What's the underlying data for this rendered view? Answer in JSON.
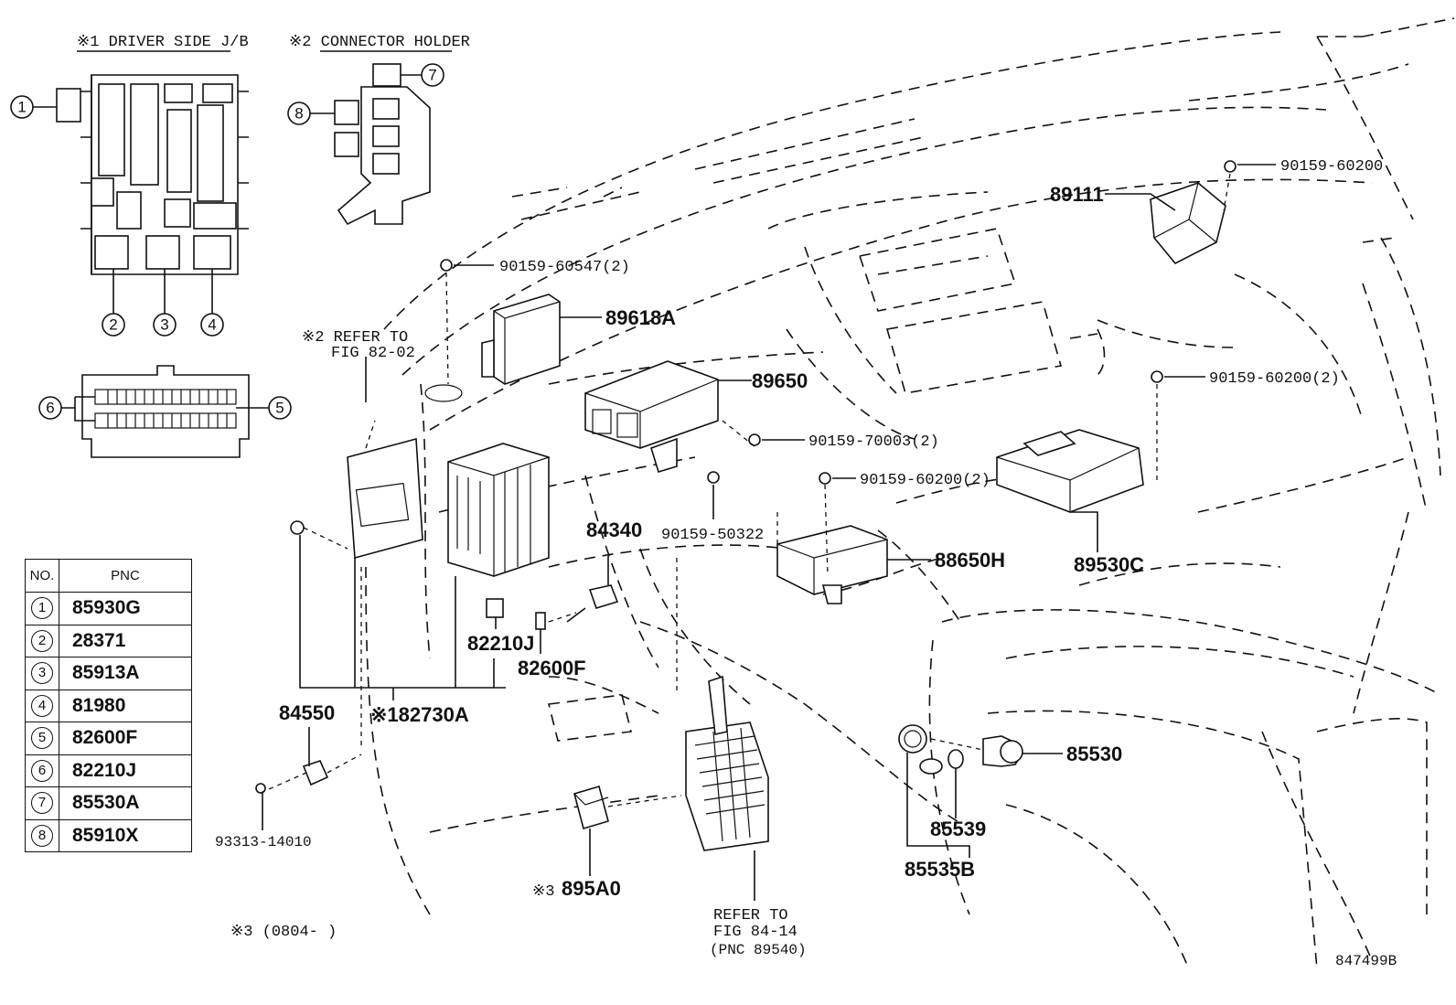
{
  "inset1": {
    "title": "※1 DRIVER SIDE J/B",
    "callouts": [
      "1",
      "2",
      "3",
      "4"
    ]
  },
  "inset2": {
    "title": "※2 CONNECTOR HOLDER",
    "callouts": [
      "7",
      "8"
    ]
  },
  "connector": {
    "callouts": [
      "6",
      "5"
    ]
  },
  "table": {
    "headers": [
      "NO.",
      "PNC"
    ],
    "rows": [
      {
        "no": "1",
        "pnc": "85930G"
      },
      {
        "no": "2",
        "pnc": "28371"
      },
      {
        "no": "3",
        "pnc": "85913A"
      },
      {
        "no": "4",
        "pnc": "81980"
      },
      {
        "no": "5",
        "pnc": "82600F"
      },
      {
        "no": "6",
        "pnc": "82210J"
      },
      {
        "no": "7",
        "pnc": "85530A"
      },
      {
        "no": "8",
        "pnc": "85910X"
      }
    ]
  },
  "labels": {
    "p90159_60200_top": "90159-60200",
    "p89111": "89111",
    "p90159_60547": "90159-60547(2)",
    "p89618A": "89618A",
    "refer_82_02_l1": "※2 REFER TO",
    "refer_82_02_l2": "FIG 82-02",
    "p89650": "89650",
    "p90159_70003": "90159-70003(2)",
    "p90159_60200_2a": "90159-60200(2)",
    "p90159_60200_2b": "90159-60200(2)",
    "p84340": "84340",
    "p90159_50322": "90159-50322",
    "p88650H": "88650H",
    "p89530C": "89530C",
    "p82210J": "82210J",
    "p82600F": "82600F",
    "p84550": "84550",
    "p82730A": "※182730A",
    "p93313": "93313-14010",
    "p895A0": "895A0",
    "p895A0_mark": "※3",
    "refer_84_14_l1": "REFER TO",
    "refer_84_14_l2": "FIG 84-14",
    "refer_84_14_l3": "(PNC 89540)",
    "p85530": "85530",
    "p85539": "85539",
    "p85535B": "85535B",
    "footnote": "※3 (0804-     )",
    "diagram_code": "847499B"
  }
}
